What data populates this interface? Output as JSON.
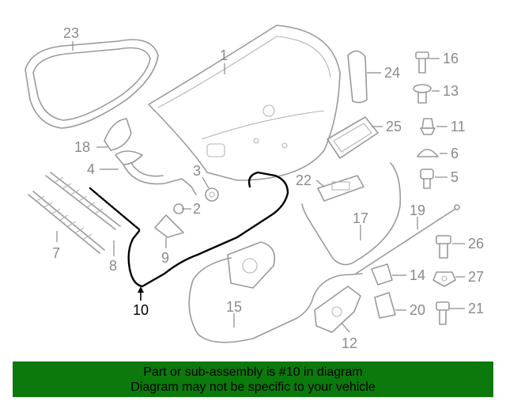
{
  "diagram": {
    "highlighted_callout": "10",
    "callouts": [
      "23",
      "1",
      "24",
      "16",
      "13",
      "25",
      "11",
      "18",
      "4",
      "3",
      "6",
      "22",
      "5",
      "2",
      "7",
      "8",
      "9",
      "17",
      "19",
      "26",
      "10",
      "27",
      "14",
      "15",
      "20",
      "21",
      "12"
    ]
  },
  "footer": {
    "line1": "Part or sub-assembly is #10 in diagram",
    "line2": "Diagram may not be specific to your vehicle",
    "background_color": "#0b790b"
  }
}
